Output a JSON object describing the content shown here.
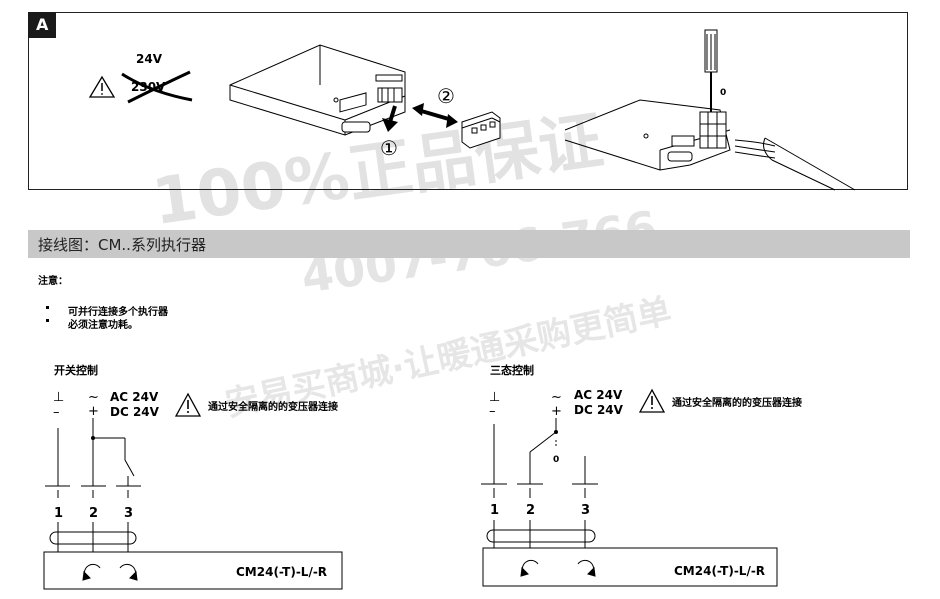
{
  "figure_a": {
    "label": "A",
    "voltage_ok": "24V",
    "voltage_bad": "230V",
    "step1": "①",
    "step2": "②",
    "zero": "0"
  },
  "section": {
    "title": "接线图：CM..系列执行器"
  },
  "notes": {
    "heading": "注意：",
    "items": [
      "可并行连接多个执行器",
      "必须注意功耗。"
    ]
  },
  "left_diagram": {
    "title": "开关控制",
    "ground_symbol": "⊥",
    "minus_symbol": "–",
    "tilde_symbol": "~",
    "plus_symbol": "+",
    "ac": "AC 24V",
    "dc": "DC 24V",
    "warning": "通过安全隔离的的变压器连接",
    "terminals": [
      "1",
      "2",
      "3"
    ],
    "model": "CM24(-T)-L/-R"
  },
  "right_diagram": {
    "title": "三态控制",
    "ground_symbol": "⊥",
    "minus_symbol": "–",
    "tilde_symbol": "~",
    "plus_symbol": "+",
    "ac": "AC 24V",
    "dc": "DC 24V",
    "warning": "通过安全隔离的的变压器连接",
    "zero": "0",
    "terminals": [
      "1",
      "2",
      "3"
    ],
    "model": "CM24(-T)-L/-R"
  },
  "watermark": {
    "line1": "100%正品保证",
    "line2": "4007-766-766",
    "line3": "安易买商城·让暖通采购更简单"
  },
  "colors": {
    "header_bg": "#c8c8c8",
    "label_bg": "#1a1a1a",
    "watermark": "#d9d9d9"
  }
}
